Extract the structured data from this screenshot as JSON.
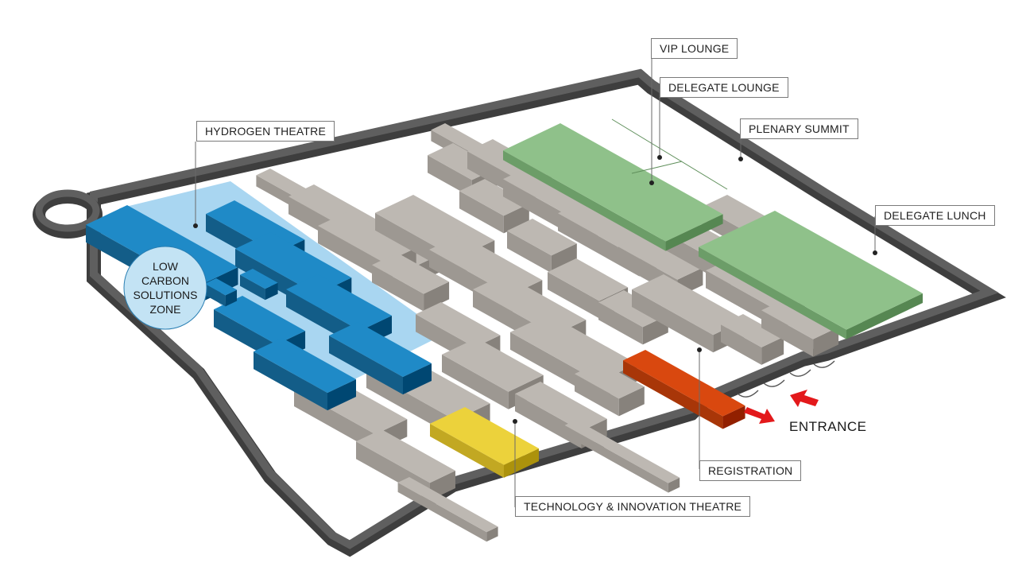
{
  "labels": {
    "vip_lounge": "VIP LOUNGE",
    "delegate_lounge": "DELEGATE LOUNGE",
    "plenary_summit": "PLENARY SUMMIT",
    "hydrogen_theatre": "HYDROGEN THEATRE",
    "delegate_lunch": "DELEGATE LUNCH",
    "registration": "REGISTRATION",
    "technology_innovation_theatre": "TECHNOLOGY & INNOVATION THEATRE",
    "entrance": "ENTRANCE",
    "low_carbon_zone": "LOW\nCARBON\nSOLUTIONS\nZONE"
  },
  "colors": {
    "wall_top": "#5f5f5f",
    "wall_side": "#3e3e3e",
    "booth_top": "#bdb8b2",
    "booth_side": "#9d9892",
    "hydrogen_top": "#1f8ac7",
    "hydrogen_side": "#135d88",
    "zone_area": "#a9d6f1",
    "green_top": "#8fc18a",
    "green_side": "#6c9d68",
    "registration_top": "#d9480f",
    "registration_side": "#a83608",
    "tech_theatre_top": "#ecd23b",
    "tech_theatre_side": "#c2a822",
    "arrow": "#e3191b",
    "leader_line": "#6a6a6a"
  }
}
